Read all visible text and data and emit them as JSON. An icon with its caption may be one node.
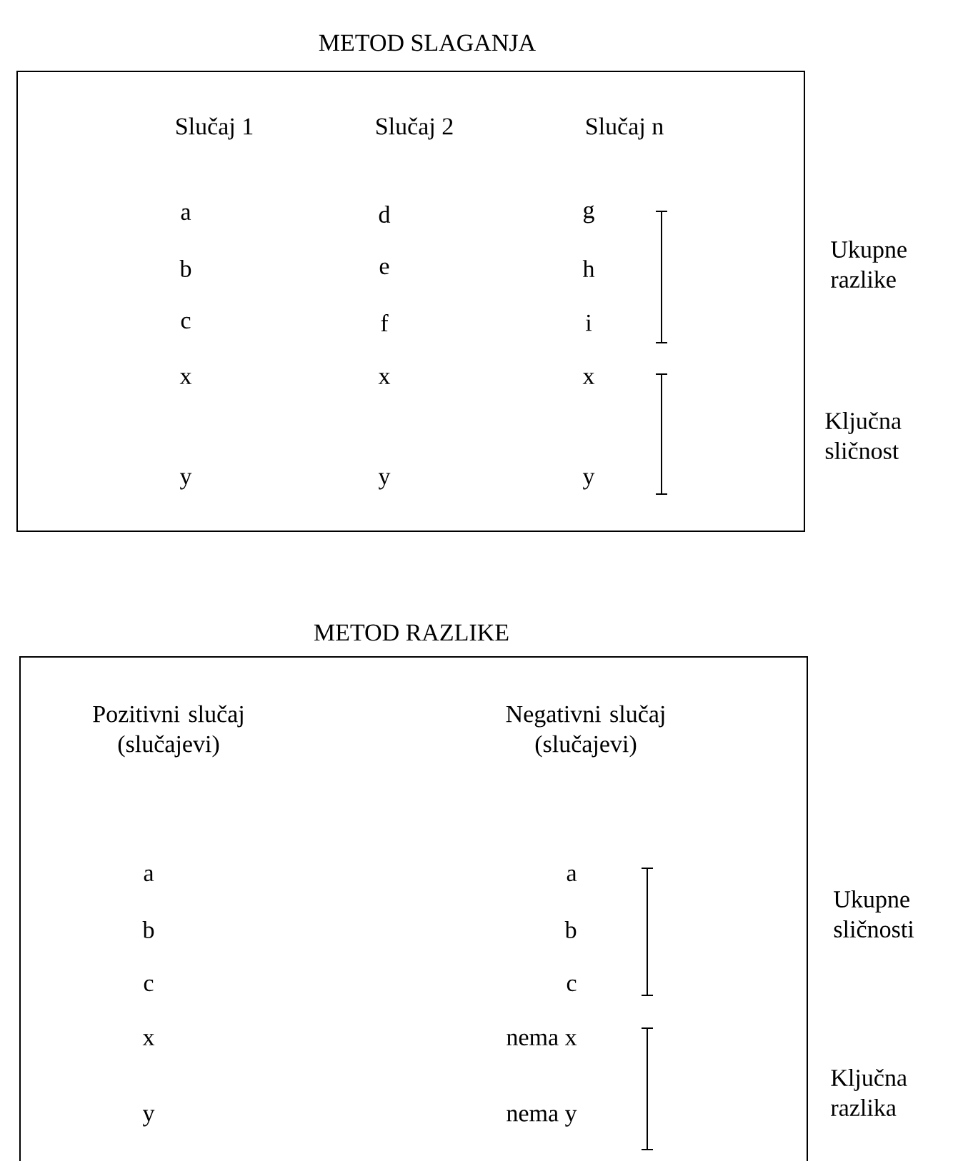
{
  "diagram": {
    "nodes": [
      {
        "text": [
          "METOD SLAGANJA"
        ]
      },
      {
        "text": [
          "METOD RAZLIKE"
        ]
      }
    ],
    "labels": [
      "Slučaj 1",
      "Slučaj 2",
      "Slučaj n",
      "a",
      "d",
      "g",
      "b",
      "e",
      "h",
      "c",
      "f",
      "i",
      "x",
      "x",
      "x",
      "y",
      "y",
      "y",
      "Ukupne razlike",
      "Ključna sličnost",
      "Pozitivni slučaj (slučajevi)",
      "Negativni slučaj (slučajevi)",
      "a",
      "a",
      "b",
      "b",
      "c",
      "c",
      "x",
      "nema x",
      "y",
      "nema y",
      "Ukupne sličnosti",
      "Ključna razlika"
    ]
  }
}
